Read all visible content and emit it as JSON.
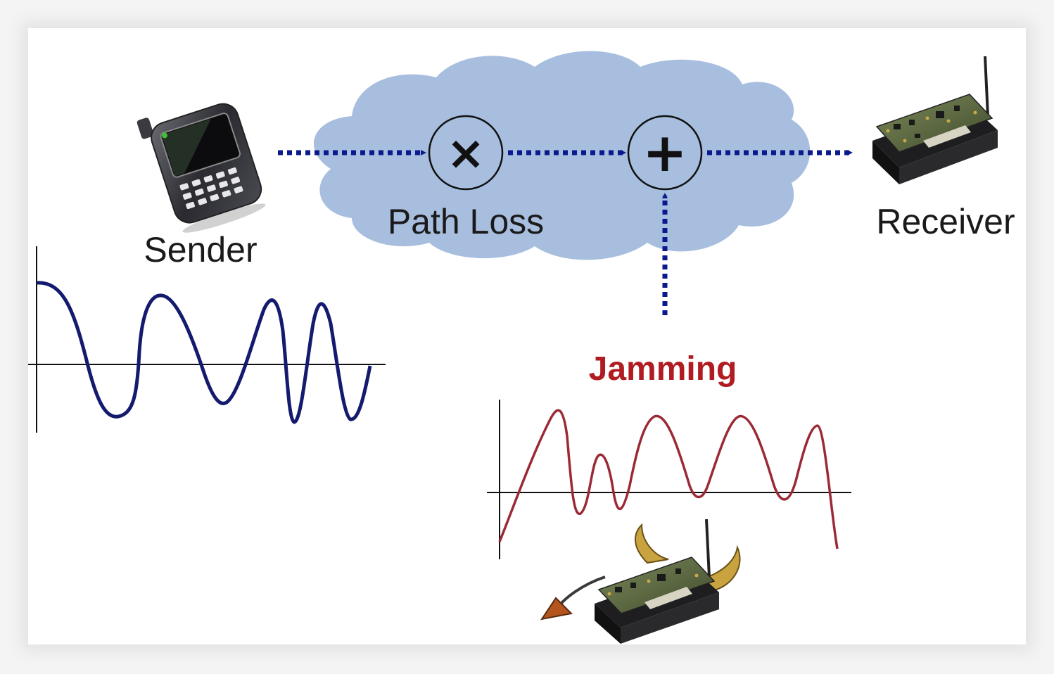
{
  "labels": {
    "sender": "Sender",
    "receiver": "Receiver",
    "path_loss": "Path Loss",
    "jamming": "Jamming"
  },
  "operators": {
    "multiply": "×",
    "add": "+"
  },
  "colors": {
    "arrow": "#0a1a8c",
    "cloud": "#a8bedf",
    "sender_wave": "#141b6e",
    "jamming_wave": "#9b2a36",
    "jamming_label": "#b01c22"
  },
  "icons": {
    "sender": "phone-icon",
    "receiver": "sensor-board-icon",
    "jammer": "devil-sensor-board-icon"
  }
}
